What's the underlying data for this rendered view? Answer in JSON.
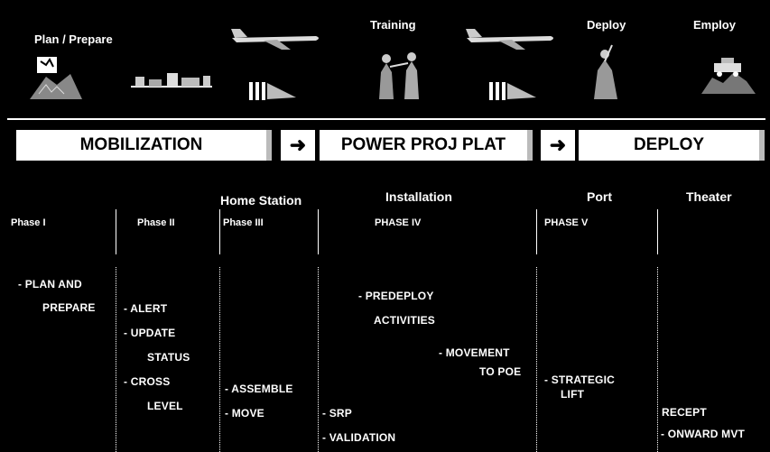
{
  "stages": {
    "plan_prepare": "Plan / Prepare",
    "training": "Training",
    "deploy": "Deploy",
    "employ": "Employ"
  },
  "banner": {
    "mobilization": "MOBILIZATION",
    "power_proj": "POWER PROJ  PLAT",
    "deploy": "DEPLOY"
  },
  "locations": {
    "home_station": "Home Station",
    "installation": "Installation",
    "port": "Port",
    "theater": "Theater"
  },
  "phases": {
    "p1": "Phase I",
    "p2": "Phase II",
    "p3": "Phase III",
    "p4": "PHASE IV",
    "p5": "PHASE V"
  },
  "activities": {
    "plan_and": "- PLAN AND",
    "prepare": "PREPARE",
    "alert": "- ALERT",
    "update": "- UPDATE",
    "status": "STATUS",
    "cross": "- CROSS",
    "level": "LEVEL",
    "assemble": "- ASSEMBLE",
    "move": "- MOVE",
    "predeploy": "- PREDEPLOY",
    "activities": "ACTIVITIES",
    "movement": "- MOVEMENT",
    "to_poe": "TO POE",
    "srp": "- SRP",
    "validation": "- VALIDATION",
    "strategic": "- STRATEGIC",
    "lift": "LIFT",
    "recept": "RECEPT",
    "onward": "- ONWARD MVT"
  },
  "icons": [
    "map-planning-icon",
    "installation-buildings-icon",
    "aircraft-icon",
    "loading-ramp-icon",
    "soldiers-training-icon",
    "aircraft-icon",
    "loading-ramp-icon",
    "deploying-soldier-icon",
    "terrain-vehicle-icon"
  ]
}
